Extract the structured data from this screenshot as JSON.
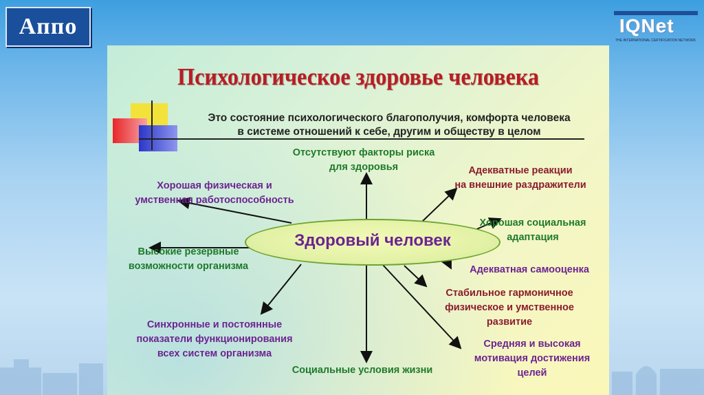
{
  "logos": {
    "left": "Аппо",
    "right": "IQNet",
    "right_sub": "THE INTERNATIONAL CERTIFICATION NETWORK"
  },
  "slide": {
    "title": "Психологическое здоровье человека",
    "definition_line1": "Это состояние психологического благополучия, комфорта человека",
    "definition_line2": "в системе отношений к себе, другим и обществу в целом",
    "center": "Здоровый человек",
    "items": {
      "risk_factors_1": "Отсутствуют факторы риска",
      "risk_factors_2": "для здоровья",
      "reactions_1": "Адекватные реакции",
      "reactions_2": "на внешние раздражители",
      "physical_1": "Хорошая физическая и",
      "physical_2": "умственная работоспособность",
      "social_adapt_1": "Хорошая социальная",
      "social_adapt_2": "адаптация",
      "reserve_1": "Высокие резервные",
      "reserve_2": "возможности организма",
      "self_esteem": "Адекватная самооценка",
      "development_1": "Стабильное гармоничное",
      "development_2": "физическое и умственное",
      "development_3": "развитие",
      "sync_1": "Синхронные и постоянные",
      "sync_2": "показатели функционирования",
      "sync_3": "всех систем организма",
      "motivation_1": "Средняя и высокая",
      "motivation_2": "мотивация достижения",
      "motivation_3": "целей",
      "conditions": "Социальные условия жизни"
    }
  }
}
